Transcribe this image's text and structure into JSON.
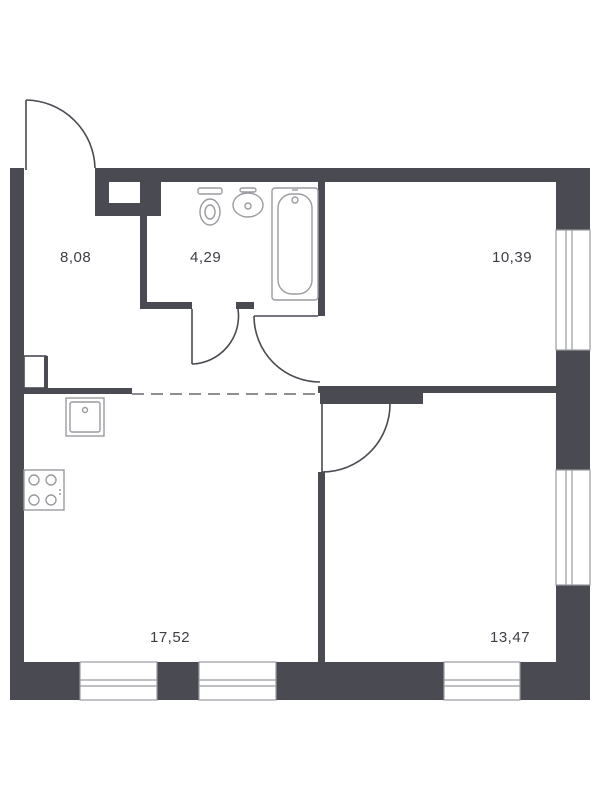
{
  "floor_plan": {
    "rooms": [
      {
        "id": "hallway",
        "area": "8,08"
      },
      {
        "id": "bathroom",
        "area": "4,29"
      },
      {
        "id": "bedroom",
        "area": "10,39"
      },
      {
        "id": "kitchen-living",
        "area": "17,52"
      },
      {
        "id": "room",
        "area": "13,47"
      }
    ],
    "colors": {
      "wall": "#4a4b52",
      "fixture": "#9a9ba0",
      "label": "#3d3e45"
    }
  }
}
